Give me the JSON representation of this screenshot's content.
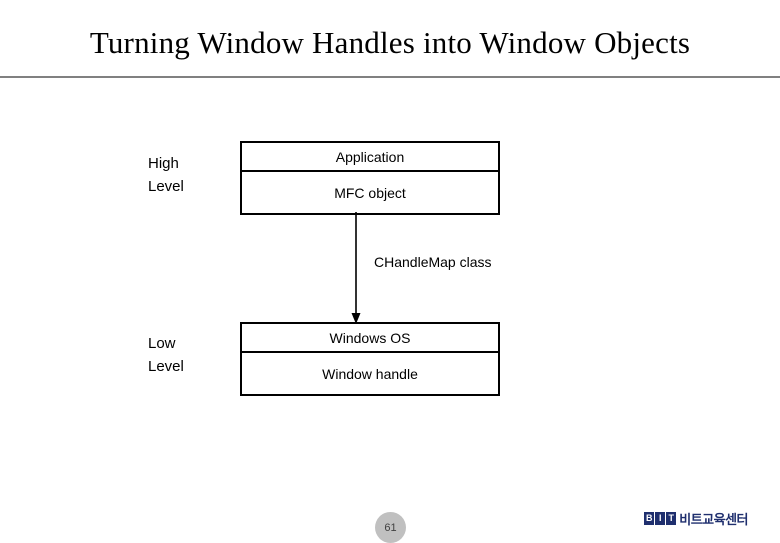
{
  "slide": {
    "title": "Turning Window Handles into Window Objects",
    "page_number": "61"
  },
  "diagram": {
    "type": "layered-block-diagram",
    "high_level_label": "High\nLevel",
    "low_level_label": "Low\nLevel",
    "connector_label": "CHandleMap class",
    "upper_stack": {
      "top_cell": "Application",
      "bottom_cell": "MFC object"
    },
    "lower_stack": {
      "top_cell": "Windows OS",
      "bottom_cell": "Window handle"
    }
  },
  "footer": {
    "logo_mark_letters": [
      "B",
      "I",
      "T"
    ],
    "logo_text": "비트교육센터",
    "logo_color": "#1f2f6e"
  },
  "style": {
    "rule_color": "#808080",
    "box_border_color": "#000000",
    "page_badge_color": "#c0c0c0"
  }
}
